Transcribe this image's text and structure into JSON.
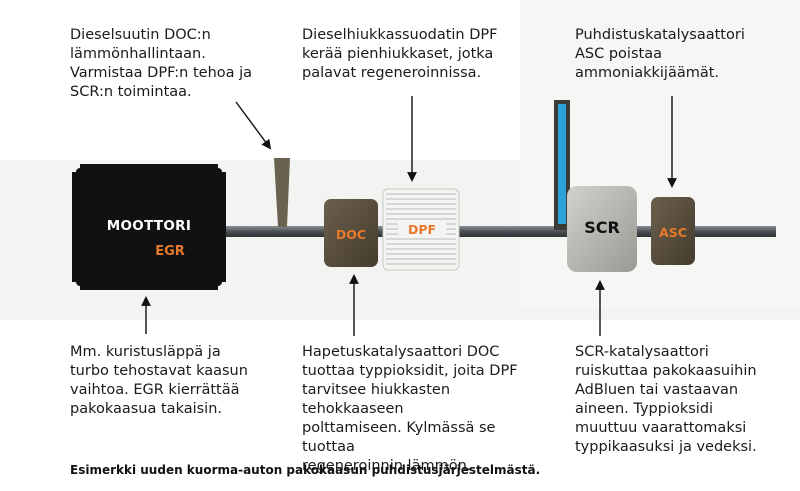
{
  "callouts": {
    "doc_heat": "Dieselsuutin DOC:n\nlämmönhallintaan.\nVarmistaa DPF:n tehoa ja\nSCR:n toimintaa.",
    "dpf": "Dieselhiukkassuodatin DPF\nkerää pienhiukkaset, jotka\npalavat regeneroinnissa.",
    "asc": "Puhdistuskatalysaattori\nASC poistaa\nammoniakkijäämät.",
    "egr": "Mm. kuristusläppä ja\nturbo tehostavat kaasun\nvaihtoa. EGR kierrättää\npakokaasua takaisin.",
    "doc": "Hapetuskatalysaattori DOC\ntuottaa typpioksidit, joita DPF\ntarvitsee hiukkasten tehokkaaseen\npolttamiseen. Kylmässä se tuottaa\nregeneroinnin lämmön.",
    "scr": "SCR-katalysaattori\nruiskuttaa pakokaasuihin\nAdBluen tai vastaavan\naineen. Typpioksidi\nmuuttuu vaarattomaksi\ntyppikaasuksi ja vedeksi."
  },
  "components": {
    "engine": "MOOTTORI",
    "egr": "EGR",
    "doc": "DOC",
    "dpf": "DPF",
    "scr": "SCR",
    "asc": "ASC"
  },
  "caption": "Esimerkki uuden kuorma-auton pakokaasun puhdistusjärjestelmästä.",
  "colors": {
    "orange": "#e8792a",
    "engine": "#111111",
    "catalyst": "#5a5040",
    "scr": "#b8b8b2",
    "adblue": "#2aa3d8",
    "pipe": "#5c6266"
  }
}
